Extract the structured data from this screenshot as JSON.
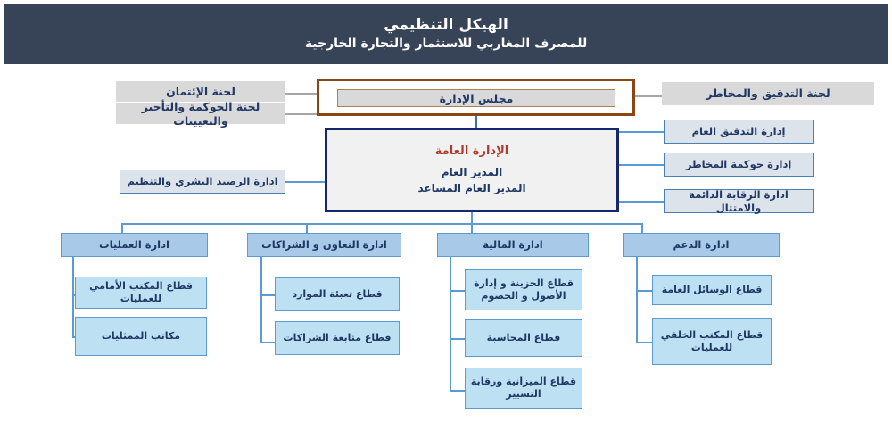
{
  "header": {
    "title": "الهيكل التنظيمي",
    "subtitle": "للمصرف المغاربي للاستثمار والتجارة الخارجية",
    "bg_color": "#374357",
    "text_color": "#ffffff"
  },
  "colors": {
    "committee_fill": "#d9d9d9",
    "board_border": "#8b4513",
    "gm_border": "#16276b",
    "gm_title_color": "#b03a2e",
    "side_dept_fill": "#dde3ea",
    "division_fill": "#a9c9e8",
    "sector_fill": "#bde0f3",
    "box_border_blue": "#5b9bd5",
    "text_navy": "#1f3864"
  },
  "board": {
    "label": "مجلس  الإدارة"
  },
  "committees_left": [
    {
      "label": "لجنة  الإئتمان"
    },
    {
      "label": "لجنة الحوكمة والتأجير والتعيينات"
    }
  ],
  "committees_right": [
    {
      "label": "لجنة التدقيق والمخاطر"
    }
  ],
  "general_management": {
    "title": "الإدارة  العامة",
    "lines": [
      "المدير العام",
      "المدير العام المساعد"
    ]
  },
  "staff_left": [
    {
      "label": "ادارة الرصيد البشري والتنظيم"
    }
  ],
  "staff_right": [
    {
      "label": "إدارة التدقيق العام"
    },
    {
      "label": "إدارة حوكمة المخاطر"
    },
    {
      "label": "ادارة الرقابة الدائمة والامتثال"
    }
  ],
  "divisions": [
    {
      "label": "ادارة  الدعم",
      "sectors": [
        {
          "label": "قطاع  الوسائل  العامة"
        },
        {
          "label": "قطاع  المكتب  الخلفي للعمليات"
        }
      ]
    },
    {
      "label": "ادارة  المالية",
      "sectors": [
        {
          "label": "قطاع  الخزينة و إدارة الأصول و الخصوم"
        },
        {
          "label": "قطاع  المحاسبة"
        },
        {
          "label": "قطاع  الميزانية ورقابة التسيير"
        }
      ]
    },
    {
      "label": "ادارة  التعاون و  الشراكات",
      "sectors": [
        {
          "label": "قطاع  تعبئة  الموارد"
        },
        {
          "label": "قطاع  متابعة  الشراكات"
        }
      ]
    },
    {
      "label": "ادارة  العمليات",
      "sectors": [
        {
          "label": "قطاع  المكتب  الأمامي  للعمليات"
        },
        {
          "label": "مكاتب  الممثليات"
        }
      ]
    }
  ]
}
